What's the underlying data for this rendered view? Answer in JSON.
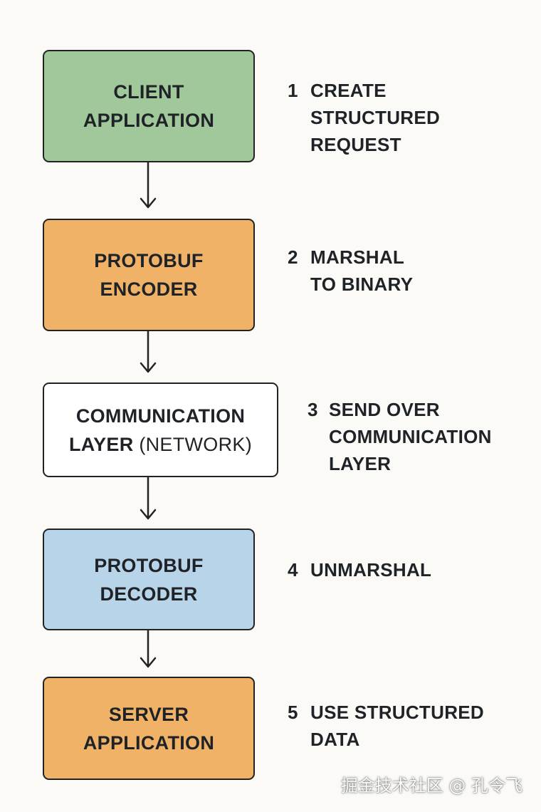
{
  "nodes": [
    {
      "id": "client",
      "lines": [
        "CLIENT",
        "APPLICATION"
      ],
      "fill": "#a1c89a"
    },
    {
      "id": "encoder",
      "lines": [
        "PROTOBUF",
        "ENCODER"
      ],
      "fill": "#f0b266"
    },
    {
      "id": "network",
      "lines": [
        "COMMUNICATION",
        "LAYER"
      ],
      "suffix": "(NETWORK)",
      "fill": "#ffffff"
    },
    {
      "id": "decoder",
      "lines": [
        "PROTOBUF",
        "DECODER"
      ],
      "fill": "#b8d4e8"
    },
    {
      "id": "server",
      "lines": [
        "SERVER",
        "APPLICATION"
      ],
      "fill": "#f0b266"
    }
  ],
  "steps": [
    {
      "num": "1",
      "lines": [
        "CREATE",
        "STRUCTURED",
        "REQUEST"
      ]
    },
    {
      "num": "2",
      "lines": [
        "MARSHAL",
        "TO BINARY"
      ]
    },
    {
      "num": "3",
      "lines": [
        "SEND OVER",
        "COMMUNICATION",
        "LAYER"
      ]
    },
    {
      "num": "4",
      "lines": [
        "UNMARSHAL"
      ]
    },
    {
      "num": "5",
      "lines": [
        "USE STRUCTURED",
        "DATA"
      ]
    }
  ],
  "edges": [
    {
      "from": "client",
      "to": "encoder"
    },
    {
      "from": "encoder",
      "to": "network"
    },
    {
      "from": "network",
      "to": "decoder"
    },
    {
      "from": "decoder",
      "to": "server"
    }
  ],
  "watermark": "掘金技术社区 @ 孔令飞"
}
